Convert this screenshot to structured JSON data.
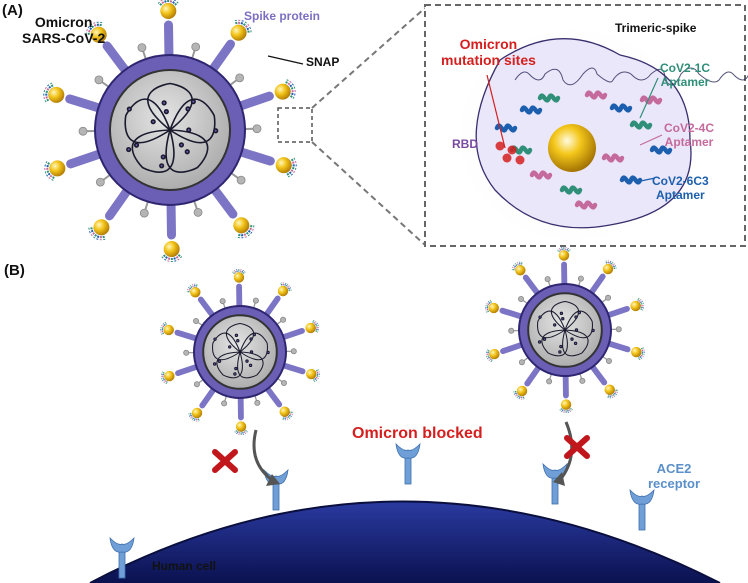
{
  "labels": {
    "panel_a": "(A)",
    "panel_b": "(B)",
    "virus_line1": "Omicron",
    "virus_line2": "SARS-CoV-2",
    "spike_protein": "Spike protein",
    "snap": "SNAP",
    "trimeric_spike": "Trimeric-spike",
    "omicron_sites_line1": "Omicron",
    "omicron_sites_line2": "mutation sites",
    "rbd": "RBD",
    "aptamer_1c_line1": "CoV2-1C",
    "aptamer_1c_line2": "Aptamer",
    "aptamer_4c_line1": "CoV2-4C",
    "aptamer_4c_line2": "Aptamer",
    "aptamer_6c3_line1": "CoV2-6C3",
    "aptamer_6c3_line2": "Aptamer",
    "omicron_blocked": "Omicron blocked",
    "ace2_line1": "ACE2",
    "ace2_line2": "receptor",
    "human_cell": "Human cell"
  },
  "colors": {
    "virus_envelope": "#6a5fb4",
    "virus_core": "#c9c9c9",
    "rna": "#1a1a2e",
    "spike": "#7c74c4",
    "gold": "#f2c318",
    "cell_membrane": "#16227a",
    "receptor": "#6f9fd6",
    "block_x": "#c0161c",
    "omicron_red": "#d51f1f",
    "aptamer_teal": "#2f8f78",
    "aptamer_pink": "#c46a9c",
    "aptamer_blue": "#1c5fae"
  }
}
